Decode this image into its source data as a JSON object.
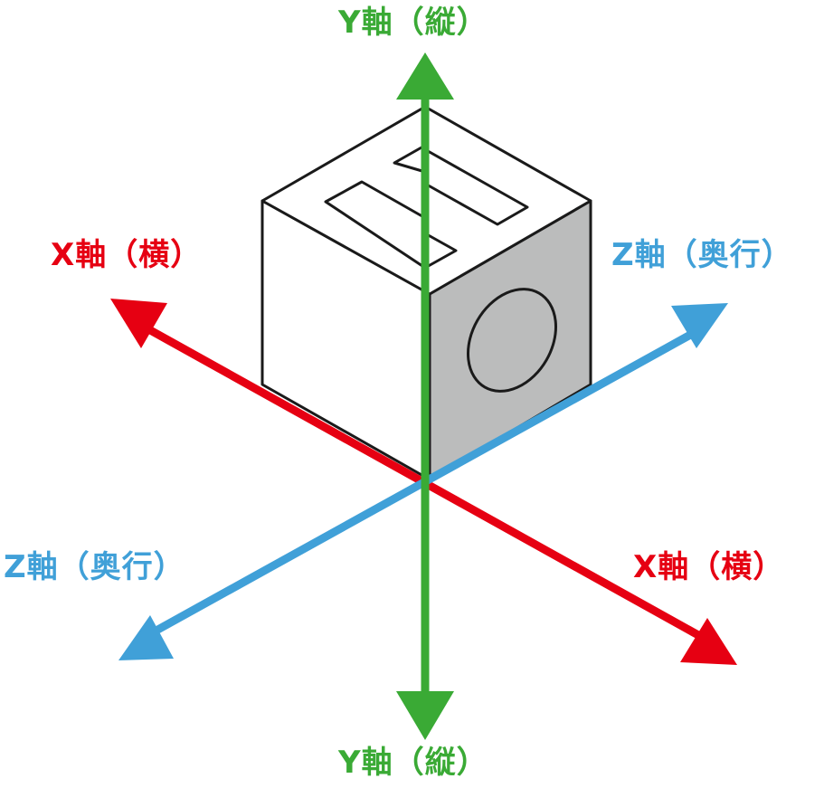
{
  "labels": {
    "y_top": "Y軸（縦）",
    "y_bottom": "Y軸（縦）",
    "x_left": "X軸（横）",
    "x_right": "X軸（横）",
    "z_right": "Z軸（奥行）",
    "z_left": "Z軸（奥行）"
  },
  "colors": {
    "y_axis": "#3aaa35",
    "x_axis": "#e60012",
    "z_axis": "#40a0d8",
    "cube_outline": "#1a1a1a",
    "cube_side_face": "#bbbcbc",
    "cube_light_face": "#ffffff"
  }
}
